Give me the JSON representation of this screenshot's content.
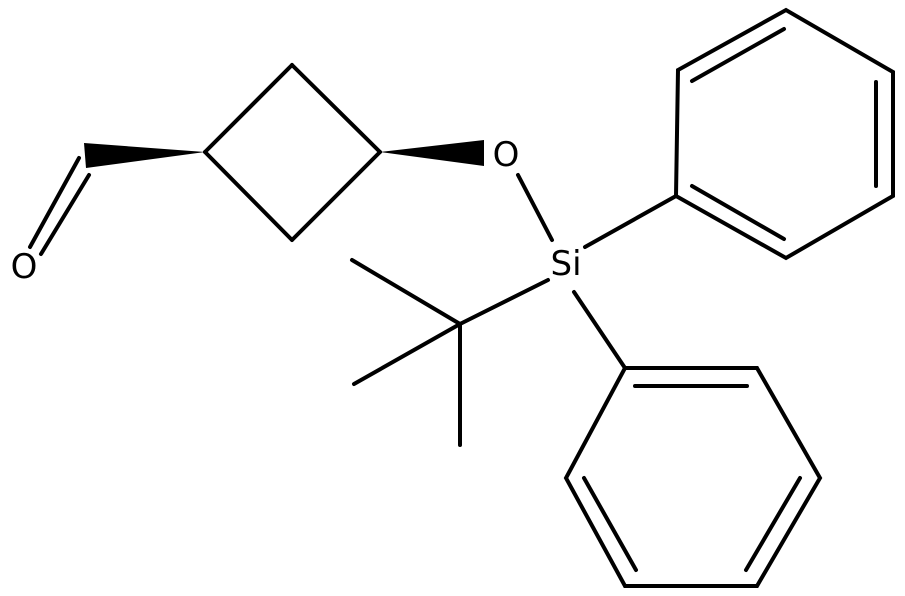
{
  "diagram": {
    "type": "skeletal-structure",
    "atoms": [
      {
        "id": "O1",
        "label": "O"
      },
      {
        "id": "O2",
        "label": "O"
      },
      {
        "id": "Si",
        "label": "Si"
      }
    ],
    "colors": {
      "stroke": "#000000",
      "background": "#ffffff"
    }
  }
}
